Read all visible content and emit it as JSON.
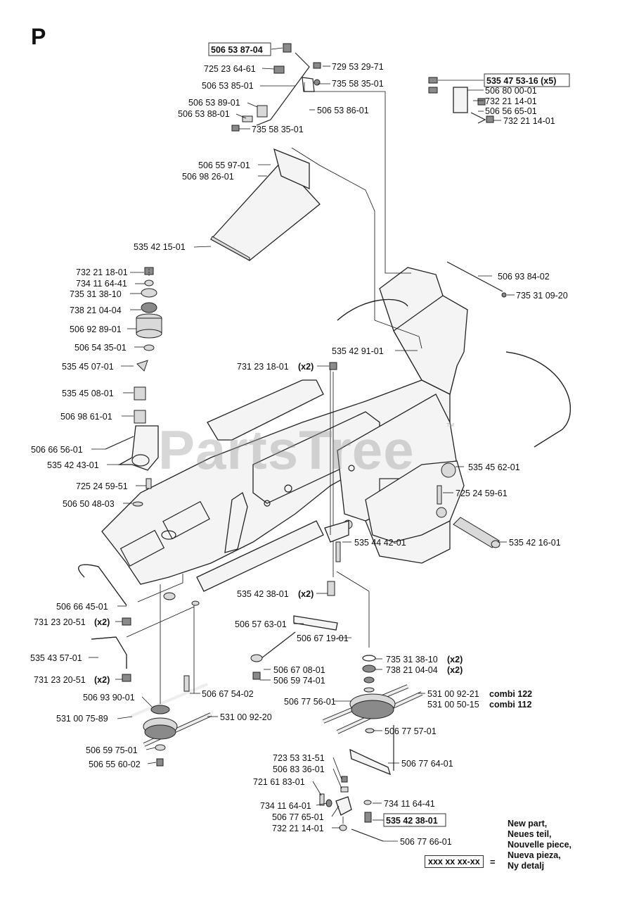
{
  "sheet_letter": "P",
  "watermark": "PartsTree",
  "watermark_tm": "™",
  "labels": {
    "p1": "506 53 87-04",
    "p2": "725 23 64-61",
    "p3": "729 53 29-71",
    "p4": "506 53 85-01",
    "p5": "735 58 35-01",
    "p6": "506 53 89-01",
    "p7": "506 53 86-01",
    "p8": "506 53 88-01",
    "p9": "735 58 35-01",
    "p10": "535 47 53-16 (x5)",
    "p11": "506 80 00-01",
    "p12": "732 21 14-01",
    "p13": "506 56 65-01",
    "p14": "732 21 14-01",
    "p15": "506 55 97-01",
    "p16": "506 98 26-01",
    "p17": "535 42 15-01",
    "p18": "506 93 84-02",
    "p19": "735 31 09-20",
    "p20": "732 21 18-01",
    "p21": "734 11 64-41",
    "p22": "735 31 38-10",
    "p23": "738 21 04-04",
    "p24": "506 92 89-01",
    "p25": "506 54 35-01",
    "p26": "535 42 91-01",
    "p27": "535 45 07-01",
    "p28": "731 23 18-01",
    "p29": "535 45 08-01",
    "p30": "506 98 61-01",
    "p31": "506 66 56-01",
    "p32": "535 42 43-01",
    "p33": "535 45 62-01",
    "p34": "725 24 59-51",
    "p35": "725 24 59-61",
    "p36": "506 50 48-03",
    "p37": "535 42 16-01",
    "p38": "535 44 42-01",
    "p39": "535 42 38-01",
    "p40": "506 66 45-01",
    "p41": "731 23 20-51",
    "p42": "506 57 63-01",
    "p43": "506 67 19-01",
    "p44": "535 43 57-01",
    "p45": "735 31 38-10",
    "p46": "506 67 08-01",
    "p47": "738 21 04-04",
    "p48": "731 23 20-51",
    "p49": "506 59 74-01",
    "p50": "506 67 54-02",
    "p51": "531 00 92-21",
    "p52": "531 00 50-15",
    "p53": "506 93 90-01",
    "p54": "506 77 56-01",
    "p55": "531 00 75-89",
    "p56": "531 00 92-20",
    "p57": "506 77 57-01",
    "p58": "506 59 75-01",
    "p59": "506 55 60-02",
    "p60": "723 53 31-51",
    "p61": "506 77 64-01",
    "p62": "506 83 36-01",
    "p63": "721 61 83-01",
    "p64": "734 11 64-01",
    "p65": "734 11 64-41",
    "p66": "506 77 65-01",
    "p67": "535 42 38-01",
    "p68": "732 21 14-01",
    "p69": "506 77 66-01"
  },
  "qualifiers": {
    "x2": "(x2)",
    "combi122": "combi 122",
    "combi112": "combi 112"
  },
  "legend": {
    "box": "xxx xx xx-xx",
    "equals": "=",
    "lines": [
      "New part,",
      "Neues teil,",
      "Nouvelle piece,",
      "Nueva pieza,",
      "Ny detalj"
    ]
  }
}
